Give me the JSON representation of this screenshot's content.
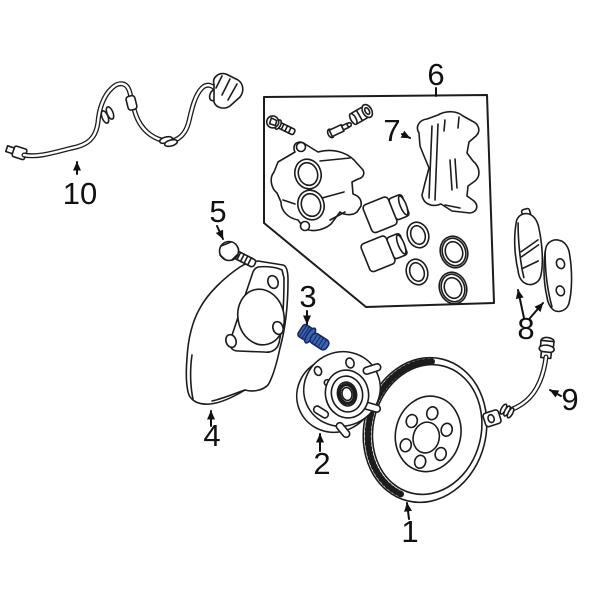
{
  "diagram": {
    "type": "exploded-parts-diagram",
    "subject": "front disc brake assembly"
  },
  "colors": {
    "background": "#ffffff",
    "line": "#1c1c1c",
    "label": "#111111",
    "highlight_fill": "#3b63b3",
    "highlight_stroke": "#17295e"
  },
  "callouts": {
    "c1": "1",
    "c2": "2",
    "c3": "3",
    "c4": "4",
    "c5": "5",
    "c6": "6",
    "c7": "7",
    "c8": "8",
    "c9": "9",
    "c10": "10"
  }
}
